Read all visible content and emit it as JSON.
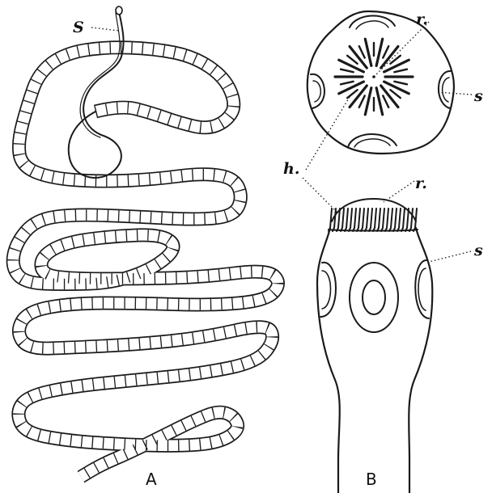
{
  "panels": {
    "a": {
      "caption": "A"
    },
    "b": {
      "caption": "B"
    }
  },
  "labels": {
    "scolex": "S",
    "rostellum_top": "r.",
    "sucker_top": "s",
    "hooks": "h.",
    "rostellum_side": "r.",
    "sucker_side": "s"
  },
  "colors": {
    "ink": "#1a1a1a",
    "paper": "#ffffff"
  }
}
